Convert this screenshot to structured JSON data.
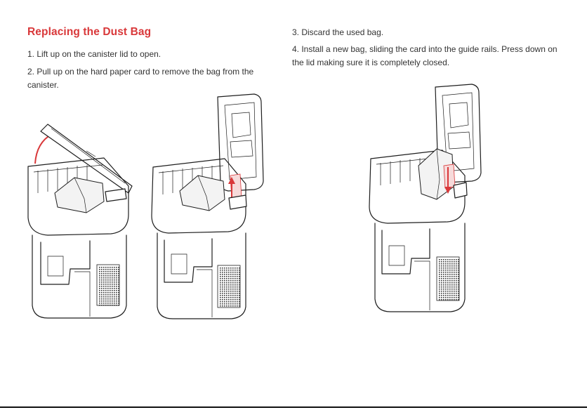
{
  "title": "Replacing the Dust Bag",
  "steps": {
    "s1": "1. Lift up on the canister lid to open.",
    "s2": "2. Pull up on the hard paper card to remove the bag from the canister.",
    "s3": "3. Discard the used bag.",
    "s4": "4. Install a new bag, sliding the card into the guide rails. Press down on the lid making sure it is completely closed."
  },
  "colors": {
    "heading": "#d9383a",
    "arrow": "#d9383a"
  },
  "illustrations": [
    "station-lid-opening",
    "station-bag-removal",
    "station-bag-install"
  ]
}
